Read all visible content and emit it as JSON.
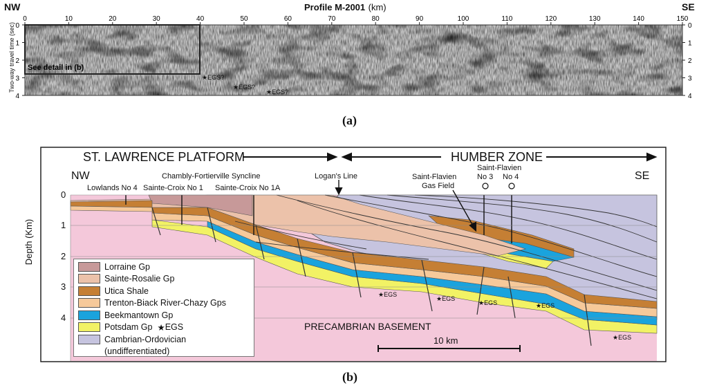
{
  "panel_a": {
    "title": "Profile M-2001",
    "unit": "(km)",
    "left_end": "NW",
    "right_end": "SE",
    "yaxis_label": "Two-way travel time (sec)",
    "x_ticks": [
      "0",
      "10",
      "20",
      "30",
      "40",
      "50",
      "60",
      "70",
      "80",
      "90",
      "100",
      "110",
      "120",
      "130",
      "140",
      "150"
    ],
    "y_ticks": [
      "0",
      "1",
      "2",
      "3",
      "4"
    ],
    "detail_box_label": "See detail in (b)",
    "egs_labels": [
      "EGS?",
      "EGS?",
      "EGS?"
    ],
    "caption": "(a)"
  },
  "panel_b": {
    "platform_label": "ST. LAWRENCE PLATFORM",
    "humber_label": "HUMBER ZONE",
    "left_end": "NW",
    "right_end": "SE",
    "wells": {
      "lowlands": "Lowlands No 4",
      "chambly": "Chambly-Fortierville Syncline",
      "sc1": "Sainte-Croix No 1",
      "sc1a": "Sainte-Croix No 1A",
      "logan": "Logan's Line",
      "sf_gas1": "Saint-Flavien",
      "sf_gas2": "Gas Field",
      "sf3a": "Saint-Flavien",
      "sf3b": "No 3",
      "sf4": "No 4"
    },
    "yaxis_label": "Depth (Km)",
    "y_ticks": [
      "0",
      "1",
      "2",
      "3",
      "4"
    ],
    "basement_label": "PRECAMBRIAN BASEMENT",
    "scale_label": "10 km",
    "egs_labels": [
      "EGS",
      "EGS",
      "EGS",
      "EGS",
      "EGS"
    ],
    "legend": [
      {
        "label": "Lorraine Gp",
        "color": "#c79999"
      },
      {
        "label": "Sainte-Rosalie Gp",
        "color": "#ecc2aa"
      },
      {
        "label": "Utica Shale",
        "color": "#c57f34"
      },
      {
        "label": "Trenton-Biack River-Chazy Gps",
        "color": "#f6c99a"
      },
      {
        "label": "Beekmantown Gp",
        "color": "#1aa3dd"
      },
      {
        "label": "Potsdam Gp",
        "color": "#f2f265"
      },
      {
        "label": "Cambrian-Ordovician",
        "color": "#c6c4df"
      },
      {
        "label": "(undifferentiated)",
        "color": ""
      }
    ],
    "legend_egs": "EGS",
    "caption": "(b)"
  },
  "colors": {
    "basement": "#f4c8da",
    "lorraine": "#c79999",
    "rosalie": "#ecc2aa",
    "utica": "#c57f34",
    "trenton": "#f6c99a",
    "beekmantown": "#1aa3dd",
    "potsdam": "#f2f265",
    "cambro": "#c6c4df"
  }
}
